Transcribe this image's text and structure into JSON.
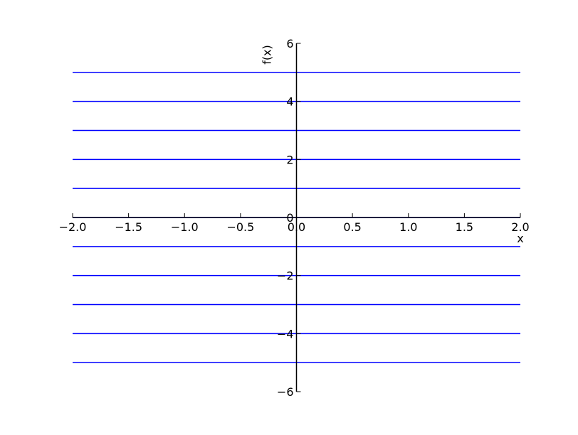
{
  "chart_data": {
    "type": "line",
    "title": "",
    "xlabel": "x",
    "ylabel": "f(x)",
    "xlim": [
      -2.0,
      2.0
    ],
    "ylim": [
      -6,
      6
    ],
    "x_ticks": [
      -2.0,
      -1.5,
      -1.0,
      -0.5,
      0.0,
      0.5,
      1.0,
      1.5,
      2.0
    ],
    "x_tick_labels": [
      "−2.0",
      "−1.5",
      "−1.0",
      "−0.5",
      "0.0",
      "0.5",
      "1.0",
      "1.5",
      "2.0"
    ],
    "y_ticks": [
      -6,
      -4,
      -2,
      0,
      2,
      4,
      6
    ],
    "y_tick_labels": [
      "−6",
      "−4",
      "−2",
      "0",
      "2",
      "4",
      "6"
    ],
    "grid": false,
    "legend": "none",
    "series": [
      {
        "x": [
          -2.0,
          2.0
        ],
        "y": [
          5,
          5
        ]
      },
      {
        "x": [
          -2.0,
          2.0
        ],
        "y": [
          4,
          4
        ]
      },
      {
        "x": [
          -2.0,
          2.0
        ],
        "y": [
          3,
          3
        ]
      },
      {
        "x": [
          -2.0,
          2.0
        ],
        "y": [
          2,
          2
        ]
      },
      {
        "x": [
          -2.0,
          2.0
        ],
        "y": [
          1,
          1
        ]
      },
      {
        "x": [
          -2.0,
          2.0
        ],
        "y": [
          0,
          0
        ]
      },
      {
        "x": [
          -2.0,
          2.0
        ],
        "y": [
          -1,
          -1
        ]
      },
      {
        "x": [
          -2.0,
          2.0
        ],
        "y": [
          -2,
          -2
        ]
      },
      {
        "x": [
          -2.0,
          2.0
        ],
        "y": [
          -3,
          -3
        ]
      },
      {
        "x": [
          -2.0,
          2.0
        ],
        "y": [
          -4,
          -4
        ]
      },
      {
        "x": [
          -2.0,
          2.0
        ],
        "y": [
          -5,
          -5
        ]
      }
    ],
    "colors": {
      "line": "#0000ff",
      "axis": "#000000"
    }
  }
}
